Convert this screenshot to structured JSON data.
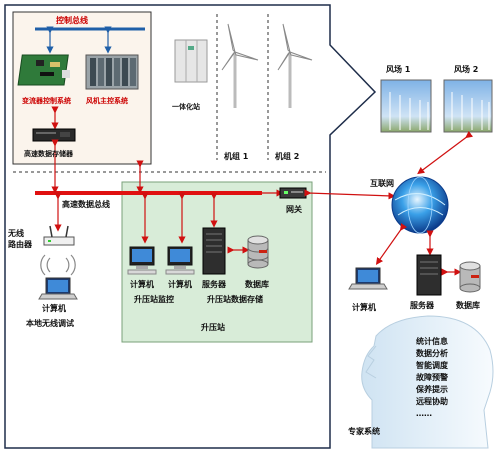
{
  "labels": {
    "control_bus": "控制总线",
    "converter_control": "变流器控制系统",
    "turbine_control": "风机主控系统",
    "high_speed_storage": "高速数据存储器",
    "integrated_unit": "一体化站",
    "turbine_group_1": "机组 1",
    "turbine_group_2": "机组 2",
    "high_speed_bus": "高速数据总线",
    "gateway": "网关",
    "wireless_router": "无线\n路由器",
    "computer_local": "计算机",
    "local_wireless_debug": "本地无线调试",
    "pc1": "计算机",
    "pc2": "计算机",
    "server": "服务器",
    "database": "数据库",
    "booster_monitor": "升压站监控",
    "booster_storage": "升压站数据存储",
    "booster_station": "升压站",
    "internet": "互联网",
    "wind_farm_1": "风场 1",
    "wind_farm_2": "风场 2",
    "remote_computer": "计算机",
    "remote_server": "服务器",
    "remote_database": "数据库",
    "expert_system": "专家系统"
  },
  "expert_items": [
    "统计信息",
    "数据分析",
    "智能调度",
    "故障预警",
    "保养提示",
    "远程协助",
    "……"
  ],
  "colors": {
    "bus_red": "#e01010",
    "control_blue": "#1f5fa8",
    "booster_green": "#d8ecd8",
    "frame": "#1e2d4a"
  }
}
